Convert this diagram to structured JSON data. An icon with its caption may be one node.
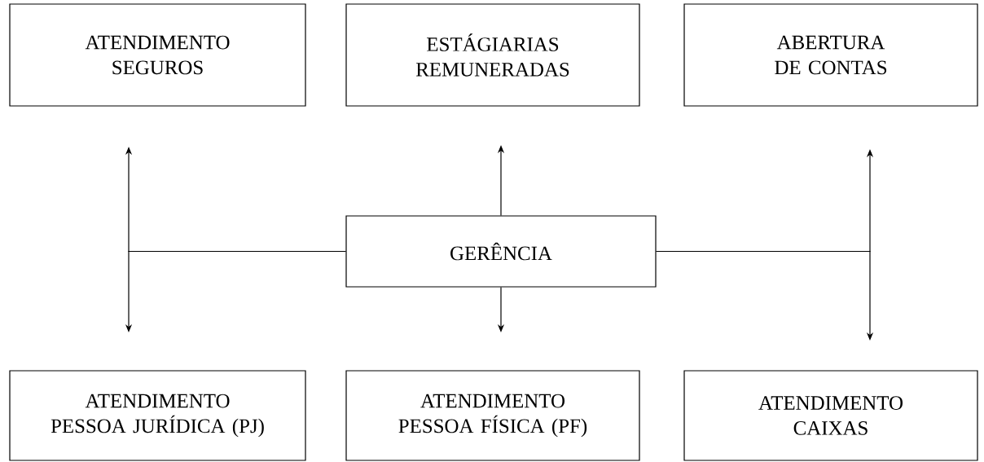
{
  "diagram": {
    "nodes": [
      {
        "text": [
          "ATENDIMENTO SEGUROS"
        ]
      },
      {
        "text": [
          "ESTÁGIARIAS REMUNERADAS"
        ]
      },
      {
        "text": [
          "ABERTURA DE CONTAS"
        ]
      },
      {
        "text": [
          "GERÊNCIA"
        ]
      },
      {
        "text": [
          "ATENDIMENTO PESSOA JURÍDICA (PJ)"
        ]
      },
      {
        "text": [
          "ATENDIMENTO PESSOA FÍSICA (PF)"
        ]
      },
      {
        "text": [
          "ATENDIMENTO CAIXAS"
        ]
      }
    ],
    "edges": [
      {
        "from": 3,
        "to": 0,
        "arrow": "to"
      },
      {
        "from": 3,
        "to": 4,
        "arrow": "to"
      },
      {
        "from": 3,
        "to": 1,
        "arrow": "to"
      },
      {
        "from": 3,
        "to": 5,
        "arrow": "to"
      },
      {
        "from": 3,
        "to": 2,
        "arrow": "to"
      },
      {
        "from": 3,
        "to": 6,
        "arrow": "to"
      }
    ]
  }
}
